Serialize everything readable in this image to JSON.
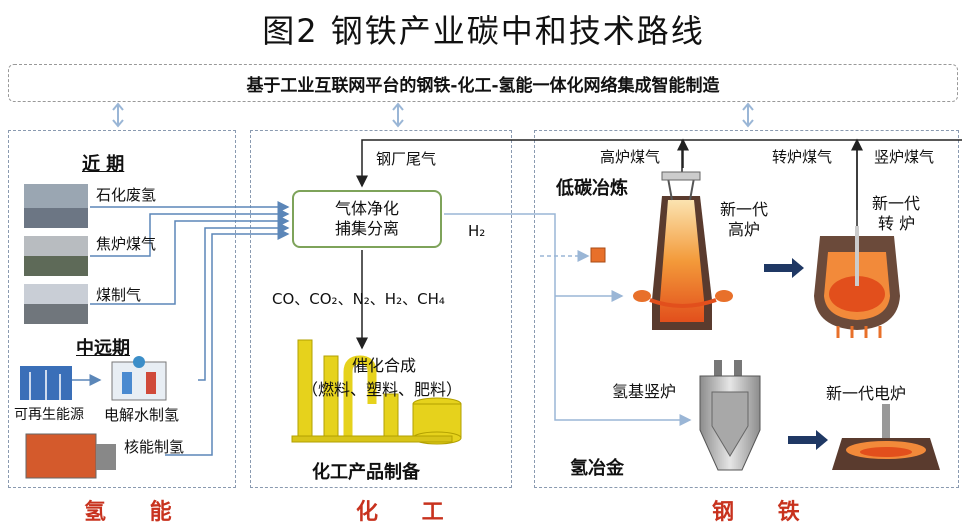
{
  "title": "图2  钢铁产业碳中和技术路线",
  "banner": "基于工业互联网平台的钢铁-化工-氢能一体化网络集成智能制造",
  "hydrogen": {
    "near_term": "近 期",
    "near_items": [
      "石化废氢",
      "焦炉煤气",
      "煤制气"
    ],
    "mid_long_term": "中远期",
    "renewable": "可再生能源",
    "electrolysis": "电解水制氢",
    "nuclear": "核能制氢",
    "footer": "氢 能"
  },
  "chemical": {
    "tail_gas": "钢厂尾气",
    "purify_line1": "气体净化",
    "purify_line2": "捕集分离",
    "h2": "H₂",
    "gases": "CO、CO₂、N₂、H₂、CH₄",
    "synth_line1": "催化合成",
    "synth_line2": "（燃料、塑料、肥料）",
    "section": "化工产品制备",
    "footer": "化 工"
  },
  "steel": {
    "bf_gas": "高炉煤气",
    "converter_gas": "转炉煤气",
    "shaft_gas": "竖炉煤气",
    "low_carbon": "低碳冶炼",
    "new_bf_line1": "新一代",
    "new_bf_line2": "高炉",
    "new_conv_line1": "新一代",
    "new_conv_line2": "转 炉",
    "h_shaft": "氢基竖炉",
    "new_eaf": "新一代电炉",
    "h_metallurgy": "氢冶金",
    "footer": "钢 铁"
  },
  "colors": {
    "accent_red": "#c8321e",
    "flow_blue": "#5b86b8",
    "box_green": "#7ea35a",
    "furnace_orange": "#e8702a"
  }
}
